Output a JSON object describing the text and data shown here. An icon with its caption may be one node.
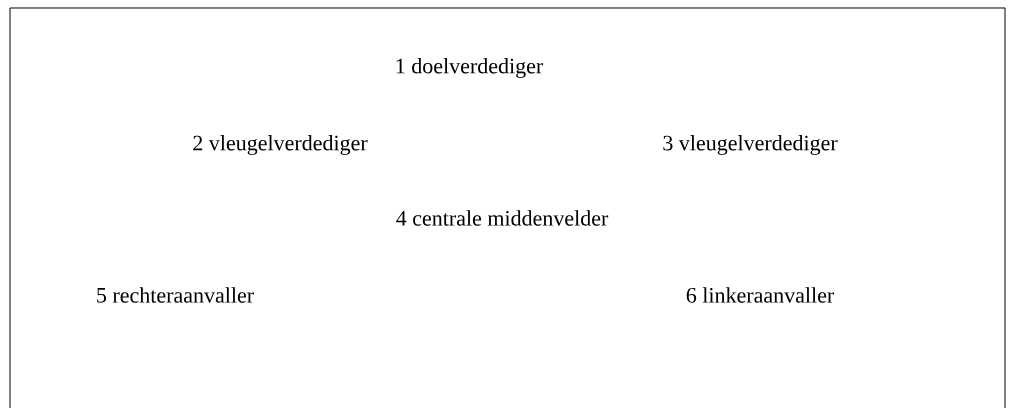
{
  "diagram": {
    "labels": [
      "1 doelverdediger",
      "2 vleugelverdediger",
      "3 vleugelverdediger",
      "4 centrale middenvelder",
      "5 rechteraanvaller",
      "6 linkeraanvaller"
    ]
  }
}
